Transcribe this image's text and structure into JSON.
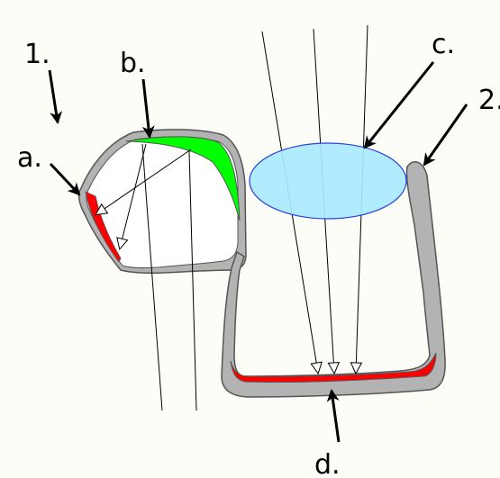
{
  "labels": {
    "eye_1": "1.",
    "eye_2": "2.",
    "a": "a.",
    "b": "b.",
    "c": "c.",
    "d": "d."
  },
  "colors": {
    "background": "#fdfdf7",
    "wall_fill": "#b3b3b3",
    "wall_stroke": "#555555",
    "cavity_fill": "#ffffff",
    "photoreceptor_red": "#ff0000",
    "reflector_green": "#00ff00",
    "lens_fill": "#aae9ff",
    "lens_stroke": "#2a3fe0",
    "ray": "#000000"
  }
}
